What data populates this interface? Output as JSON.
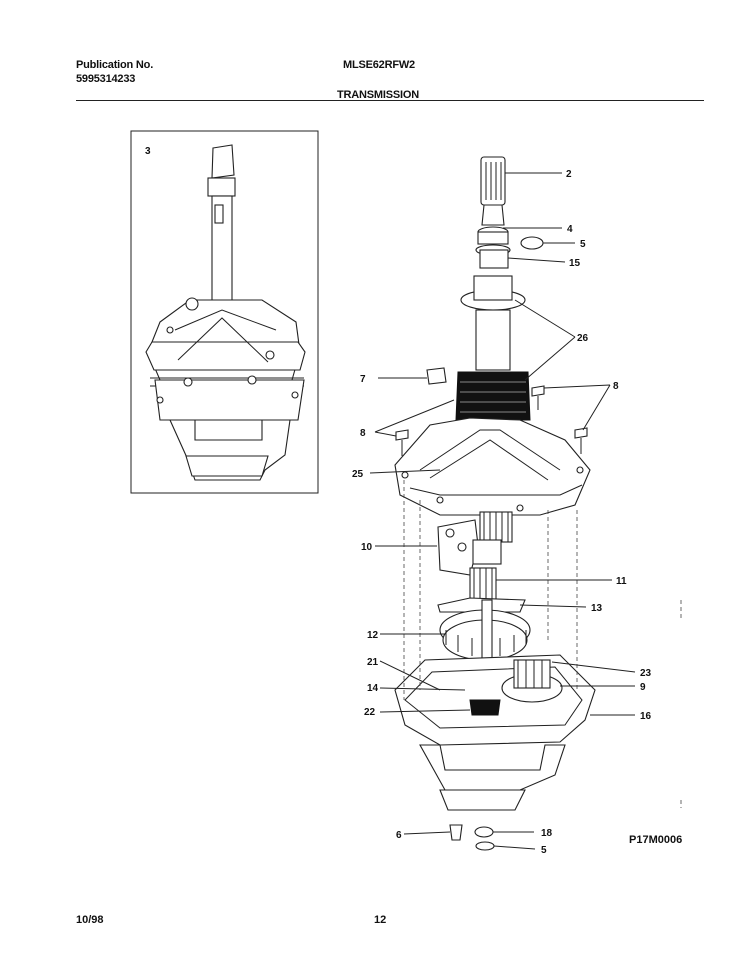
{
  "header": {
    "publication_label": "Publication No.",
    "publication_number": "5995314233",
    "model": "MLSE62RFW2",
    "section_title": "TRANSMISSION"
  },
  "footer": {
    "date": "10/98",
    "page": "12"
  },
  "diagram_code": "P17M0006",
  "inset_label": "3",
  "callouts": {
    "c2": "2",
    "c4": "4",
    "c5a": "5",
    "c15": "15",
    "c26": "26",
    "c7": "7",
    "c8a": "8",
    "c8b": "8",
    "c25": "25",
    "c10": "10",
    "c11": "11",
    "c13": "13",
    "c12": "12",
    "c21": "21",
    "c23": "23",
    "c14": "14",
    "c9": "9",
    "c22": "22",
    "c16": "16",
    "c6": "6",
    "c18": "18",
    "c5b": "5"
  }
}
